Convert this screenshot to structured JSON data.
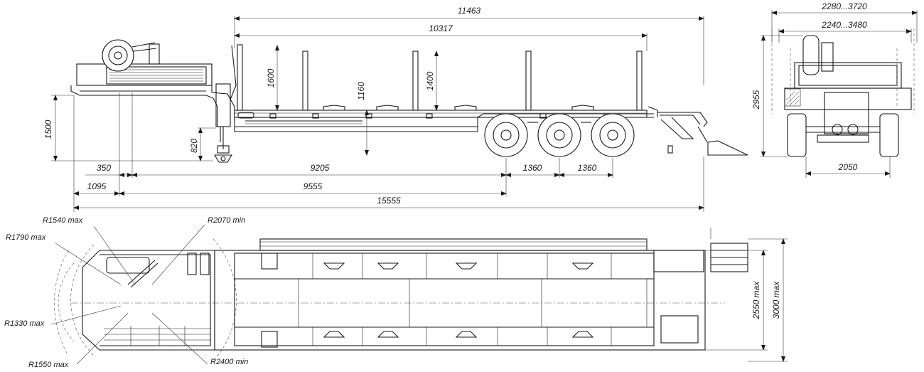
{
  "dimensions": {
    "side": {
      "overall_length": "15555",
      "platform_length": "11463",
      "deck_length": "10317",
      "kingpin_to_axle": "9205",
      "kingpin_overhang": "350",
      "front_overhang": "1095",
      "front_to_axle": "9555",
      "axle_spacing_1": "1360",
      "axle_spacing_2": "1360",
      "coupling_height": "1500",
      "deck_height": "820",
      "stake_height_front": "1600",
      "stake_height_rear": "1400",
      "platform_height": "1160"
    },
    "rear": {
      "width_range_outer": "2280...3720",
      "width_range_inner": "2240...3480",
      "overall_height": "2955",
      "track": "2050"
    },
    "top": {
      "deck_width": "2550 max",
      "overall_width": "3000 max",
      "radii": {
        "r1540": "R1540 max",
        "r1790": "R1790 max",
        "r1330": "R1330 max",
        "r1550": "R1550 max",
        "r2070": "R2070 min",
        "r2400": "R2400 min"
      }
    }
  }
}
